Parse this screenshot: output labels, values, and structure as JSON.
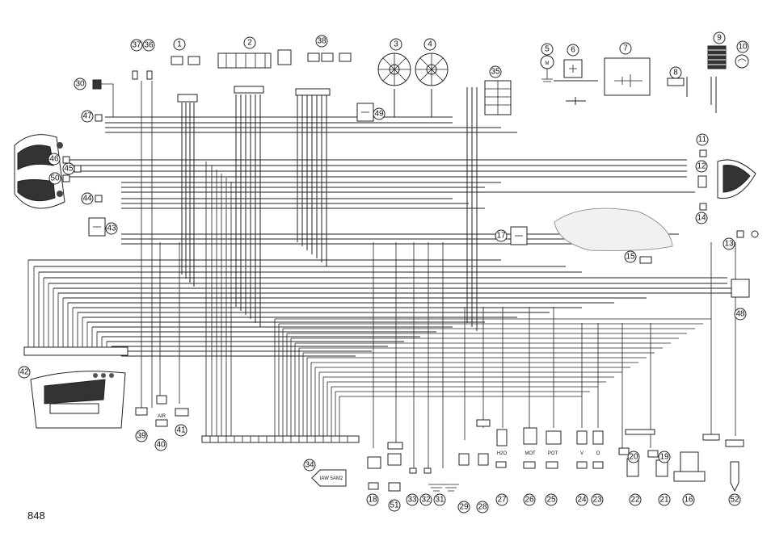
{
  "page_label": "848",
  "callouts": [
    "1",
    "2",
    "3",
    "4",
    "5",
    "6",
    "7",
    "8",
    "9",
    "10",
    "11",
    "12",
    "13",
    "14",
    "15",
    "16",
    "17",
    "18",
    "19",
    "20",
    "21",
    "22",
    "23",
    "24",
    "25",
    "26",
    "27",
    "28",
    "29",
    "30",
    "31",
    "32",
    "33",
    "34",
    "35",
    "36",
    "37",
    "38",
    "39",
    "40",
    "41",
    "42",
    "43",
    "44",
    "45",
    "46",
    "47",
    "48",
    "49",
    "50",
    "51",
    "52"
  ],
  "component_labels": {
    "motor": "M",
    "air": "AIR",
    "h2o": "H2O",
    "mot": "MOT",
    "pot": "POT",
    "v": "V",
    "o": "O",
    "ecu": "IAW 5AM2"
  }
}
